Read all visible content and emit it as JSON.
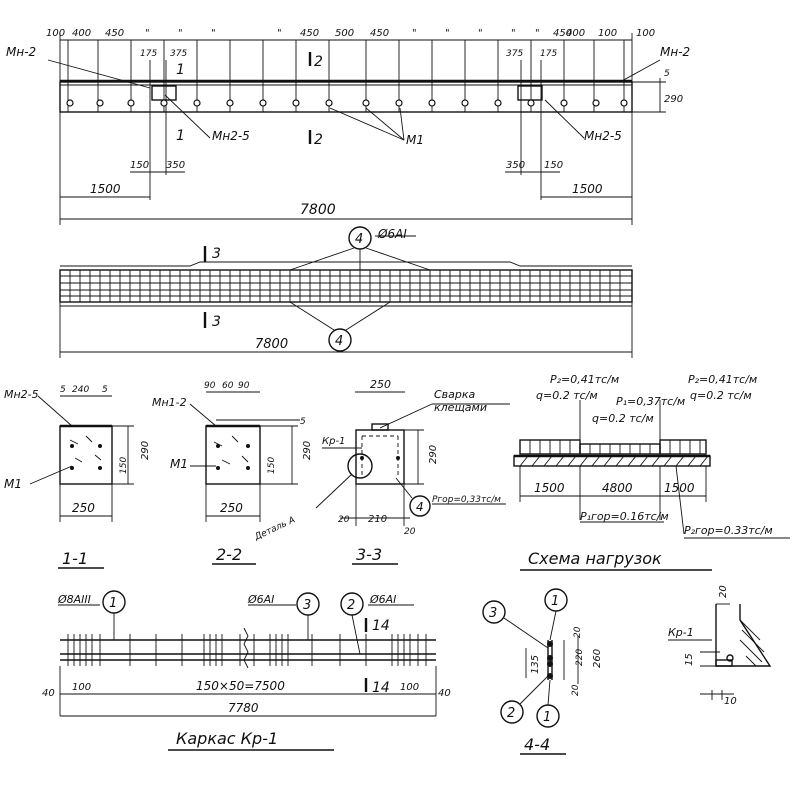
{
  "beam_elevation": {
    "top_dims": [
      "100",
      "400",
      "450",
      "\"",
      "\"",
      "\"",
      "\"",
      "450",
      "500",
      "450",
      "\"",
      "\"",
      "\"",
      "\"",
      "\"",
      "450",
      "400",
      "100"
    ],
    "detail_dims_left": [
      "175",
      "375"
    ],
    "detail_dims_right": [
      "375",
      "175"
    ],
    "marks": {
      "mn_left": "Мн-2",
      "mn_right": "Мн-2",
      "mn25_left": "Мн2-5",
      "mn25_right": "Мн2-5",
      "m1": "М1"
    },
    "section_1_top": "1",
    "section_1_bottom": "1",
    "section_2_top": "2",
    "section_2_bottom": "2",
    "right_dim_5": "5",
    "right_dim_290": "290",
    "bottom_small_left": [
      "150",
      "350"
    ],
    "bottom_small_right": [
      "350",
      "150"
    ],
    "span_left": "1500",
    "span_right": "1500",
    "total_length": "7800"
  },
  "beam_plan": {
    "callout_top": "4",
    "bar_label": "Ø6АI",
    "section_3_top": "3",
    "section_3_bottom": "3",
    "callout_bottom": "4",
    "total_length": "7800"
  },
  "section_1_1": {
    "mark_top": "Мн2-5",
    "mark_bottom": "М1",
    "top_dims": [
      "5",
      "240",
      "5"
    ],
    "height": "290",
    "inner_height": "150",
    "width": "250",
    "title": "1-1"
  },
  "section_2_2": {
    "mark_top": "Мн1-2",
    "mark_bottom": "М1",
    "top_dims": [
      "90",
      "60",
      "90"
    ],
    "height_5": "5",
    "height": "290",
    "inner_height": "150",
    "width": "250",
    "title": "2-2"
  },
  "section_3_3": {
    "width": "250",
    "weld_note_1": "Сварка",
    "weld_note_2": "клещами",
    "frame_mark": "Кр-1",
    "height": "290",
    "detail_label": "Деталь А",
    "callout": "4",
    "bottom_dims": [
      "20",
      "210",
      "20"
    ],
    "load_hor": "Pгор=0,33тс/м",
    "title": "3-3"
  },
  "load_scheme": {
    "p2_left": "P₂=0,41тс/м",
    "q_left": "q=0.2 тс/м",
    "p1": "P₁=0,37тс/м",
    "q_mid": "q=0.2 тс/м",
    "p2_right": "P₂=0,41тс/м",
    "q_right": "q=0.2 тс/м",
    "span_left": "1500",
    "span_mid": "4800",
    "span_right": "1500",
    "p1_hor": "P₁гор=0.16тс/м",
    "p2_hor": "P₂гор=0.33тс/м",
    "title": "Схема нагрузок"
  },
  "frame_kr1": {
    "bar_left": "Ø8АIII",
    "callout_1": "1",
    "bar_mid": "Ø6АI",
    "callout_3": "3",
    "callout_2": "2",
    "bar_right": "Ø6АI",
    "section_top": "14",
    "section_bottom": "14",
    "dims": [
      "40",
      "100",
      "150×50=7500",
      "100",
      "40"
    ],
    "total": "7780",
    "title": "Каркас Кр-1"
  },
  "section_4_4": {
    "callout_3": "3",
    "callout_1_top": "1",
    "callout_2": "2",
    "callout_1_bottom": "1",
    "dims": [
      "135",
      "20",
      "220",
      "260",
      "20"
    ],
    "title": "4-4"
  },
  "detail_a": {
    "frame_mark": "Кр-1",
    "dim_top": "20",
    "dim_side": "15",
    "dim_bottom": "10"
  }
}
